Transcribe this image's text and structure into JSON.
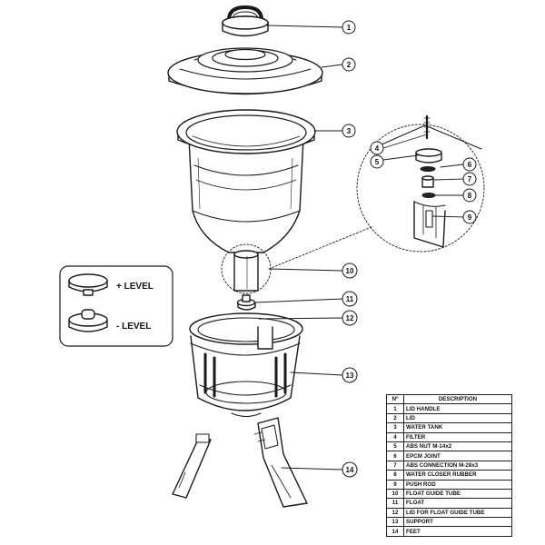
{
  "callouts": [
    "1",
    "2",
    "3",
    "4",
    "5",
    "6",
    "7",
    "8",
    "9",
    "10",
    "11",
    "12",
    "13",
    "14"
  ],
  "level_inset": {
    "plus_label": "+ LEVEL",
    "minus_label": "- LEVEL"
  },
  "table": {
    "headers": [
      "Nº",
      "DESCRIPTION"
    ],
    "rows": [
      {
        "num": "1",
        "desc": "LID HANDLE"
      },
      {
        "num": "2",
        "desc": "LID"
      },
      {
        "num": "3",
        "desc": "WATER TANK"
      },
      {
        "num": "4",
        "desc": "FILTER"
      },
      {
        "num": "5",
        "desc": "ABS NUT M-14x2"
      },
      {
        "num": "6",
        "desc": "EPCM JOINT"
      },
      {
        "num": "7",
        "desc": "ABS CONNECTION M-28x3"
      },
      {
        "num": "8",
        "desc": "WATER CLOSER RUBBER"
      },
      {
        "num": "9",
        "desc": "PUSH ROD"
      },
      {
        "num": "10",
        "desc": "FLOAT GUIDE TUBE"
      },
      {
        "num": "11",
        "desc": "FLOAT"
      },
      {
        "num": "12",
        "desc": "LID FOR FLOAT GUIDE TUBE"
      },
      {
        "num": "13",
        "desc": "SUPPORT"
      },
      {
        "num": "14",
        "desc": "FEET"
      }
    ]
  }
}
